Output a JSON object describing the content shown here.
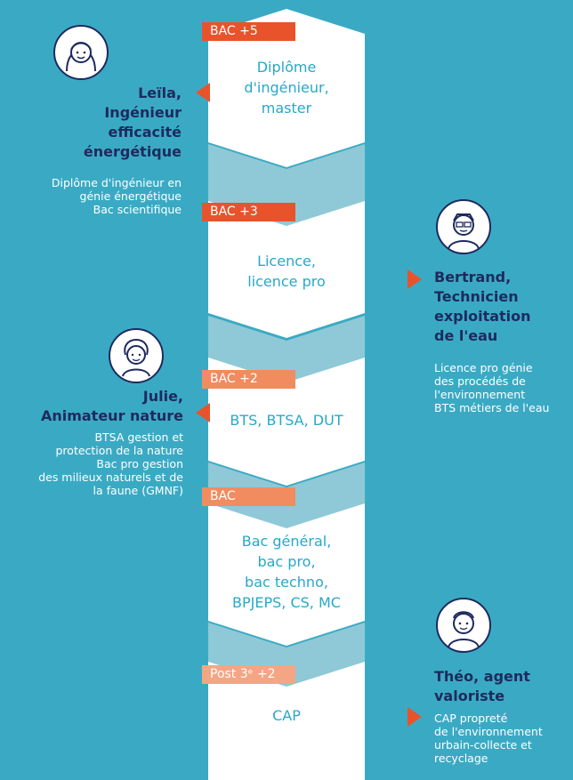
{
  "colors": {
    "background": "#3aaac4",
    "ladder": "#ffffff",
    "band": "#8fc9d7",
    "tag_dark": "#e8532b",
    "tag_light": "#f08c60",
    "tier_text": "#28a8c8",
    "name_text": "#1e2a5e"
  },
  "tiers": [
    {
      "tag": "BAC +5",
      "text": "Diplôme\nd'ingénieur,\nmaster"
    },
    {
      "tag": "BAC +3",
      "text": "Licence,\nlicence pro"
    },
    {
      "tag": "BAC +2",
      "text": "BTS, BTSA, DUT"
    },
    {
      "tag": "BAC",
      "text": "Bac général,\nbac pro,\nbac techno,\nBPJEPS, CS, MC"
    },
    {
      "tag": "Post 3ᵉ +2",
      "text": "CAP"
    }
  ],
  "people": [
    {
      "icon": "woman-avatar-icon",
      "name": "Leïla,\nIngénieur\nefficacité\nénergétique",
      "desc": "Diplôme d'ingénieur en\ngénie énergétique\nBac scientifique"
    },
    {
      "icon": "man-glasses-avatar-icon",
      "name": "Bertrand,\nTechnicien\nexploitation\nde l'eau",
      "desc": "Licence pro génie\ndes procédés de\nl'environnement\nBTS métiers de l'eau"
    },
    {
      "icon": "woman-curly-avatar-icon",
      "name": "Julie,\nAnimateur nature",
      "desc": "BTSA gestion et\nprotection de la nature\nBac pro gestion\ndes milieux naturels et de\nla faune (GMNF)"
    },
    {
      "icon": "man-avatar-icon",
      "name": "Théo, agent\nvaloriste",
      "desc": "CAP propreté\nde l'environnement\nurbain-collecte et\nrecyclage"
    }
  ]
}
